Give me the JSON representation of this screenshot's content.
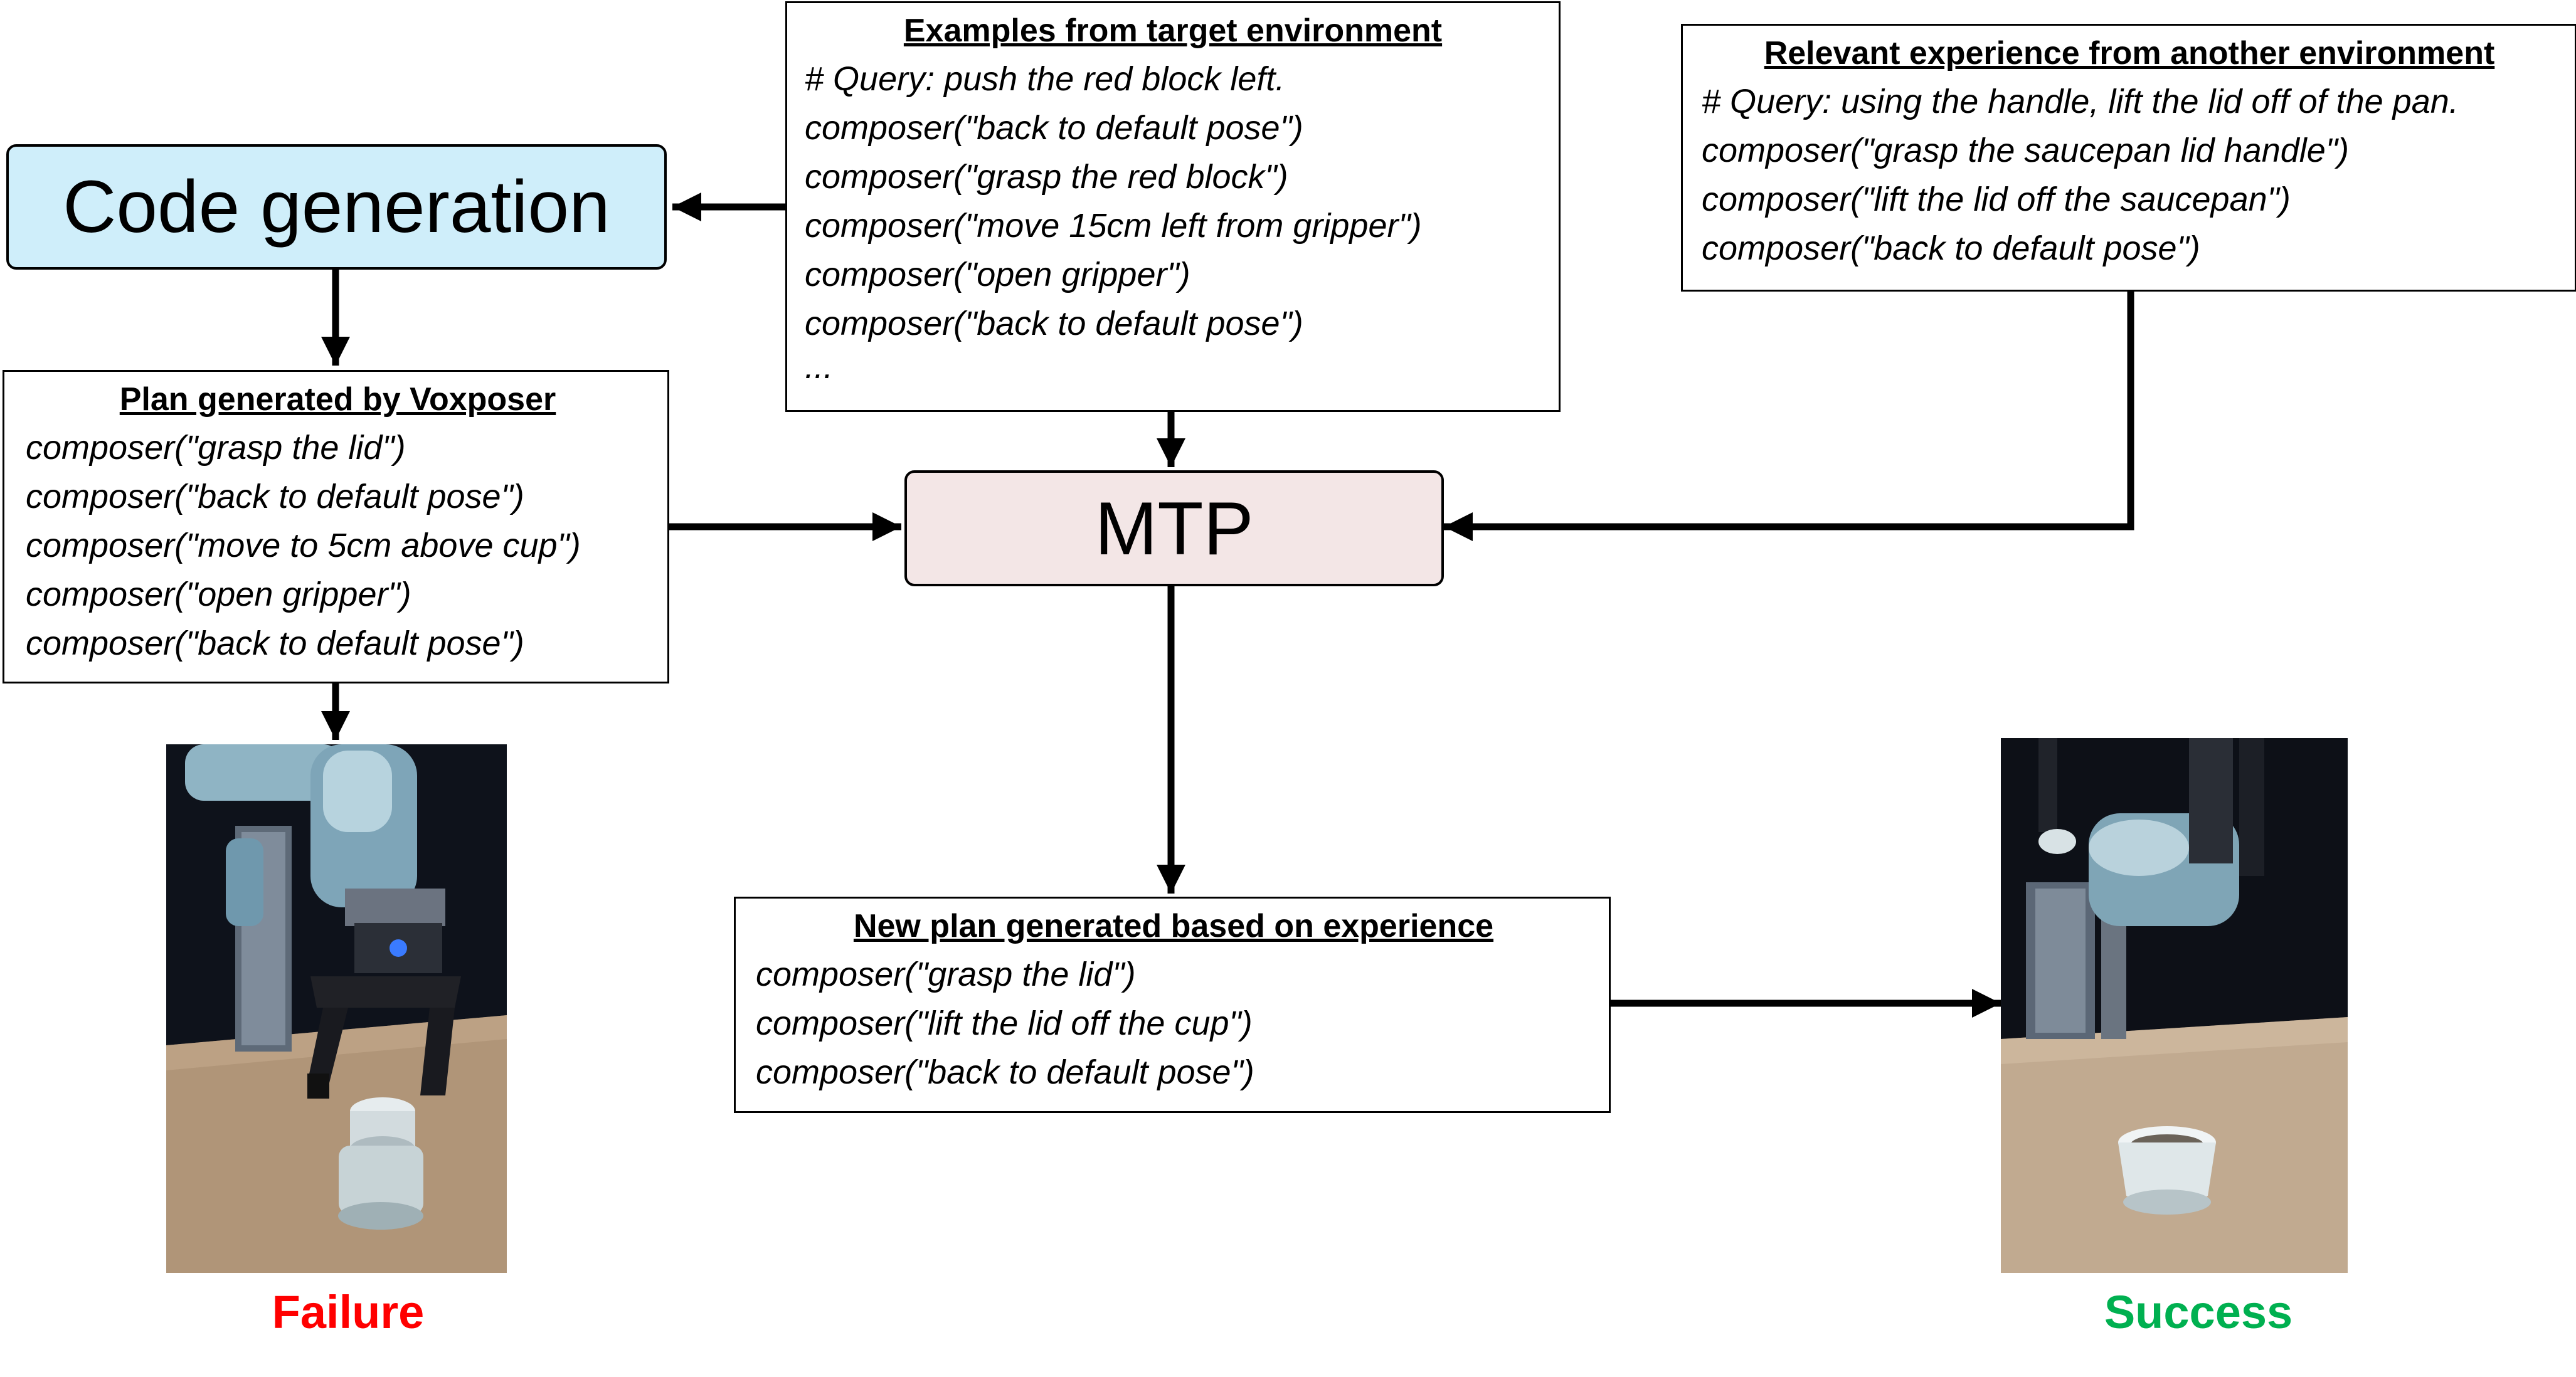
{
  "code_generation": {
    "label": "Code generation",
    "fill": "#cfeefa"
  },
  "mtp": {
    "label": "MTP",
    "fill": "#f3e6e6"
  },
  "examples": {
    "title": "Examples from target environment",
    "lines": [
      "# Query: push the red block left.",
      "composer(\"back to default pose\")",
      "composer(\"grasp the red block\")",
      "composer(\"move 15cm left from gripper\")",
      "composer(\"open gripper\")",
      "composer(\"back to default pose\")",
      "..."
    ]
  },
  "experience": {
    "title": "Relevant experience from another environment",
    "lines": [
      "# Query: using the handle, lift the lid off of the pan.",
      "composer(\"grasp the saucepan lid handle\")",
      "composer(\"lift the lid off the saucepan\")",
      "composer(\"back to default pose\")"
    ]
  },
  "voxposer_plan": {
    "title": "Plan generated by Voxposer",
    "lines": [
      "composer(\"grasp the lid\")",
      "composer(\"back to default pose\")",
      "composer(\"move to 5cm above cup\")",
      "composer(\"open gripper\")",
      "composer(\"back to default pose\")"
    ]
  },
  "new_plan": {
    "title": "New plan generated based on experience",
    "lines": [
      "composer(\"grasp the lid\")",
      "composer(\"lift the lid off the cup\")",
      "composer(\"back to default pose\")"
    ]
  },
  "results": {
    "failure": {
      "label": "Failure",
      "color": "#ff0000"
    },
    "success": {
      "label": "Success",
      "color": "#00b050"
    }
  }
}
